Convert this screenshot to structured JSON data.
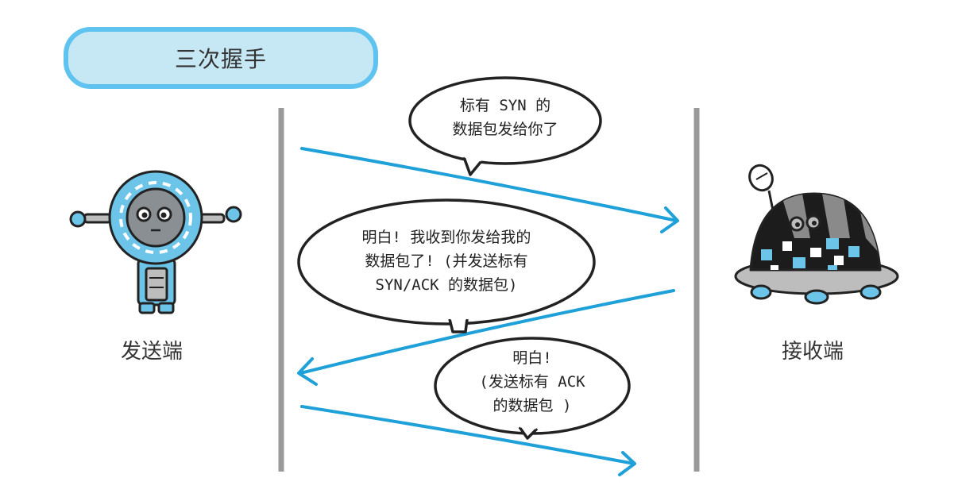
{
  "title": "三次握手",
  "sender": {
    "label": "发送端"
  },
  "receiver": {
    "label": "接收端"
  },
  "messages": [
    {
      "lines": [
        "标有 SYN 的",
        "数据包发给你了"
      ]
    },
    {
      "lines": [
        "明白! 我收到你发给我的",
        "数据包了! (并发送标有",
        "SYN/ACK 的数据包)"
      ]
    },
    {
      "lines": [
        "明白!",
        "(发送标有 ACK",
        "的数据包 )"
      ]
    }
  ],
  "colors": {
    "arrow": "#1ea0d8",
    "timeline": "#9a9a9a",
    "title_border": "#5ec3ee",
    "title_fill": "#c6e7f4",
    "robot_blue": "#6cc4e8"
  }
}
